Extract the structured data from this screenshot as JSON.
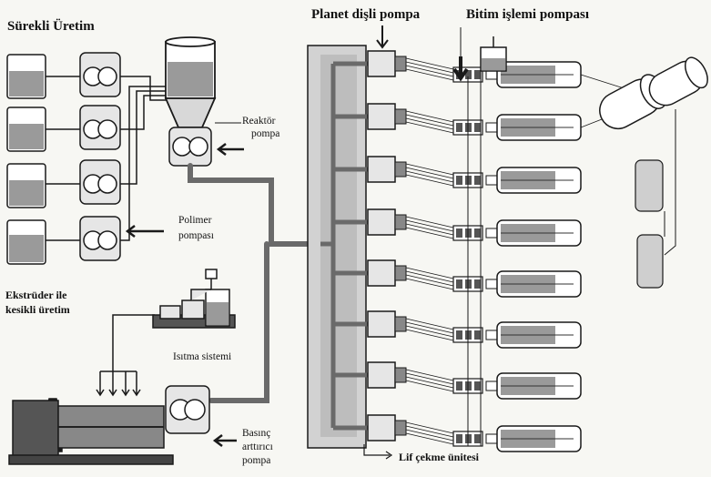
{
  "labels": {
    "continuous_production": "Sürekli  Üretim",
    "planet_gear_pump": "Planet dişli pompa",
    "finishing_pump": "Bitim işlemi pompası",
    "reactor_pump_1": "Reaktör",
    "reactor_pump_2": "pompa",
    "polymer_pump_1": "Polimer",
    "polymer_pump_2": "pompası",
    "extruder_1": "Ekstrüder ile",
    "extruder_2": "kesikli üretim",
    "heating_system": "Isıtma sistemi",
    "booster_pump_1": "Basınç",
    "booster_pump_2": "arttırıcı",
    "booster_pump_3": "pompa",
    "spinning_unit": "Lif çekme ünitesi"
  },
  "colors": {
    "ink": "#1a1a1a",
    "tank_fill": "#9a9a9a",
    "pipe": "#6a6a6a",
    "paper": "#f7f7f3"
  },
  "spinning_positions": 8
}
